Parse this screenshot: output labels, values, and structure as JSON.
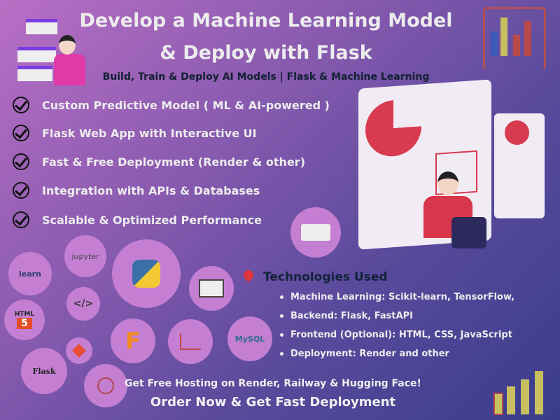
{
  "header": {
    "title_line1": "Develop a Machine Learning Model",
    "title_line2": "& Deploy with Flask",
    "subtitle": "Build, Train & Deploy AI Models | Flask & Machine Learning"
  },
  "features": [
    "Custom Predictive Model ( ML & AI-powered )",
    "Flask Web App with Interactive UI",
    "Fast & Free Deployment (Render & other)",
    "Integration with APIs & Databases",
    "Scalable & Optimized Performance"
  ],
  "logos": {
    "sklearn": "learn",
    "jupyter": "jupyter",
    "html": "HTML",
    "html_num": "5",
    "code": "</>",
    "flask": "Flask",
    "mysql": "MySQL"
  },
  "technologies": {
    "heading": "Technologies Used",
    "items": [
      "Machine Learning: Scikit-learn, TensorFlow,",
      "Backend: Flask, FastAPI",
      "Frontend (Optional): HTML, CSS, JavaScript",
      "Deployment: Render and  other"
    ]
  },
  "cta": {
    "hosting": "Get Free Hosting on Render, Railway & Hugging Face!",
    "order": "Order Now & Get Fast Deployment"
  },
  "colors": {
    "accent_pink": "#e0357a",
    "circle": "#c47fd3",
    "bar_yellow": "#c8c060",
    "bar_red": "#b84a4a"
  }
}
